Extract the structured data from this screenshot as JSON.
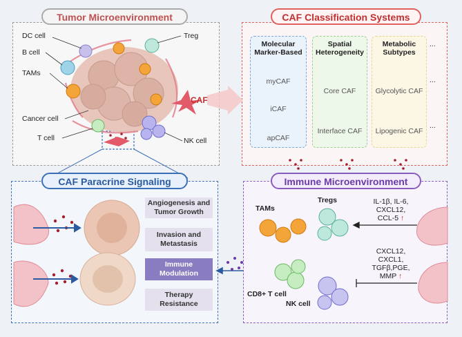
{
  "panels": {
    "tme_title": "Tumor Microenvironment",
    "caf_title": "CAF Classification Systems",
    "paracrine_title": "CAF Paracrine Signaling",
    "immune_title": "Immune Microenvironment"
  },
  "tme_labels": {
    "dc": "DC cell",
    "b": "B cell",
    "tams": "TAMs",
    "cancer": "Cancer cell",
    "t": "T cell",
    "treg": "Treg",
    "caf": "CAF",
    "nk": "NK cell"
  },
  "caf_columns": [
    {
      "head1": "Molecular",
      "head2": "Marker-Based",
      "items": [
        "myCAF",
        "iCAF",
        "apCAF"
      ]
    },
    {
      "head1": "Spatial",
      "head2": "Heterogeneity",
      "items": [
        "Core CAF",
        "Interface CAF"
      ]
    },
    {
      "head1": "Metabolic",
      "head2": "Subtypes",
      "items": [
        "Glycolytic CAF",
        "Lipogenic CAF"
      ]
    }
  ],
  "ellipsis": "...",
  "paracrine_boxes": [
    {
      "line1": "Angiogenesis and",
      "line2": "Tumor Growth"
    },
    {
      "line1": "Invasion and",
      "line2": "Metastasis"
    },
    {
      "line1": "Immune",
      "line2": "Modulation"
    },
    {
      "line1": "Therapy",
      "line2": "Resistance"
    }
  ],
  "immune": {
    "tams": "TAMs",
    "tregs": "Tregs",
    "cd8": "CD8+ T cell",
    "nk": "NK cell",
    "factors1": [
      "IL-1β, IL-6,",
      "CXCL12,",
      "CCL-5"
    ],
    "factors2": [
      "CXCL12,",
      "CXCL1,",
      "TGFβ,PGE,",
      "MMP"
    ],
    "up_arrow": "↑"
  }
}
